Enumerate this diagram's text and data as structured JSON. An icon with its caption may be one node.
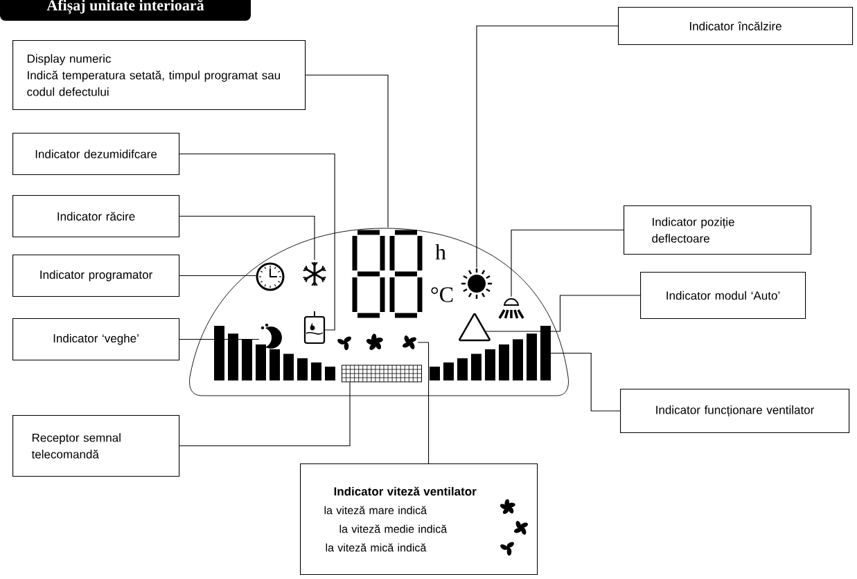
{
  "diagram": {
    "title": "Afișaj unitate interioară",
    "nodes": [
      {
        "text": [
          "Display numeric",
          "Indică temperatura setată, timpul programat sau codul defectului"
        ]
      },
      {
        "text": [
          "Indicator încălzire"
        ]
      },
      {
        "text": [
          "Indicator dezumidifcare"
        ]
      },
      {
        "text": [
          "Indicator răcire"
        ]
      },
      {
        "text": [
          "Indicator poziție deflectoare"
        ]
      },
      {
        "text": [
          "Indicator programator"
        ]
      },
      {
        "text": [
          "Indicator modul ‘Auto’"
        ]
      },
      {
        "text": [
          "Indicator ‘veghe’"
        ]
      },
      {
        "text": [
          "Receptor semnal telecomandă"
        ]
      },
      {
        "text": [
          "Indicator funcționare ventilator"
        ]
      },
      {
        "text": [
          "Indicator viteză ventilator",
          "la viteză mare indică",
          "la viteză medie indică",
          "la viteză mică indică"
        ]
      },
      {
        "text": [],
        "shape": "digits"
      },
      {
        "text": [],
        "shape": "sun"
      },
      {
        "text": [],
        "shape": "tank"
      },
      {
        "text": [],
        "shape": "snowflake"
      },
      {
        "text": [],
        "shape": "louver"
      },
      {
        "text": [],
        "shape": "clock"
      },
      {
        "text": [],
        "shape": "triangle"
      },
      {
        "text": [],
        "shape": "moon"
      },
      {
        "text": [],
        "shape": "grid"
      },
      {
        "text": [],
        "shape": "bar"
      },
      {
        "text": [],
        "shape": "fan"
      }
    ],
    "edges": [
      {
        "from": 0,
        "to": 11,
        "arrow": "none"
      },
      {
        "from": 1,
        "to": 12,
        "arrow": "none"
      },
      {
        "from": 2,
        "to": 13,
        "arrow": "none"
      },
      {
        "from": 3,
        "to": 14,
        "arrow": "none"
      },
      {
        "from": 4,
        "to": 15,
        "arrow": "none"
      },
      {
        "from": 5,
        "to": 16,
        "arrow": "none"
      },
      {
        "from": 6,
        "to": 17,
        "arrow": "none"
      },
      {
        "from": 7,
        "to": 18,
        "arrow": "none"
      },
      {
        "from": 8,
        "to": 19,
        "arrow": "none"
      },
      {
        "from": 9,
        "to": 20,
        "arrow": "none"
      },
      {
        "from": 10,
        "to": 21,
        "arrow": "none"
      }
    ],
    "labels": [
      "h",
      "°C"
    ]
  }
}
